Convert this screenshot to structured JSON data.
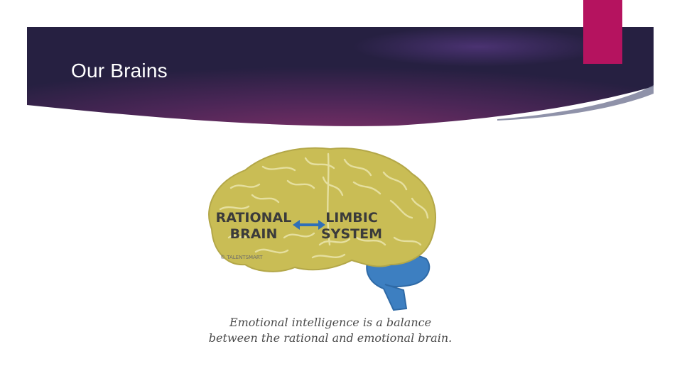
{
  "slide": {
    "title": "Our Brains",
    "accent_color": "#b5135f",
    "banner_colors": [
      "#2a2148",
      "#6a2d63",
      "#3a2b5c"
    ]
  },
  "figure": {
    "rational_label": [
      "RATIONAL",
      "BRAIN"
    ],
    "limbic_label": [
      "LIMBIC",
      "SYSTEM"
    ],
    "watermark": "© TALENTSMART",
    "caption_lines": [
      "Emotional intelligence is a balance",
      "between the rational and emotional brain."
    ],
    "arrow_icon": "double-arrow-icon"
  }
}
